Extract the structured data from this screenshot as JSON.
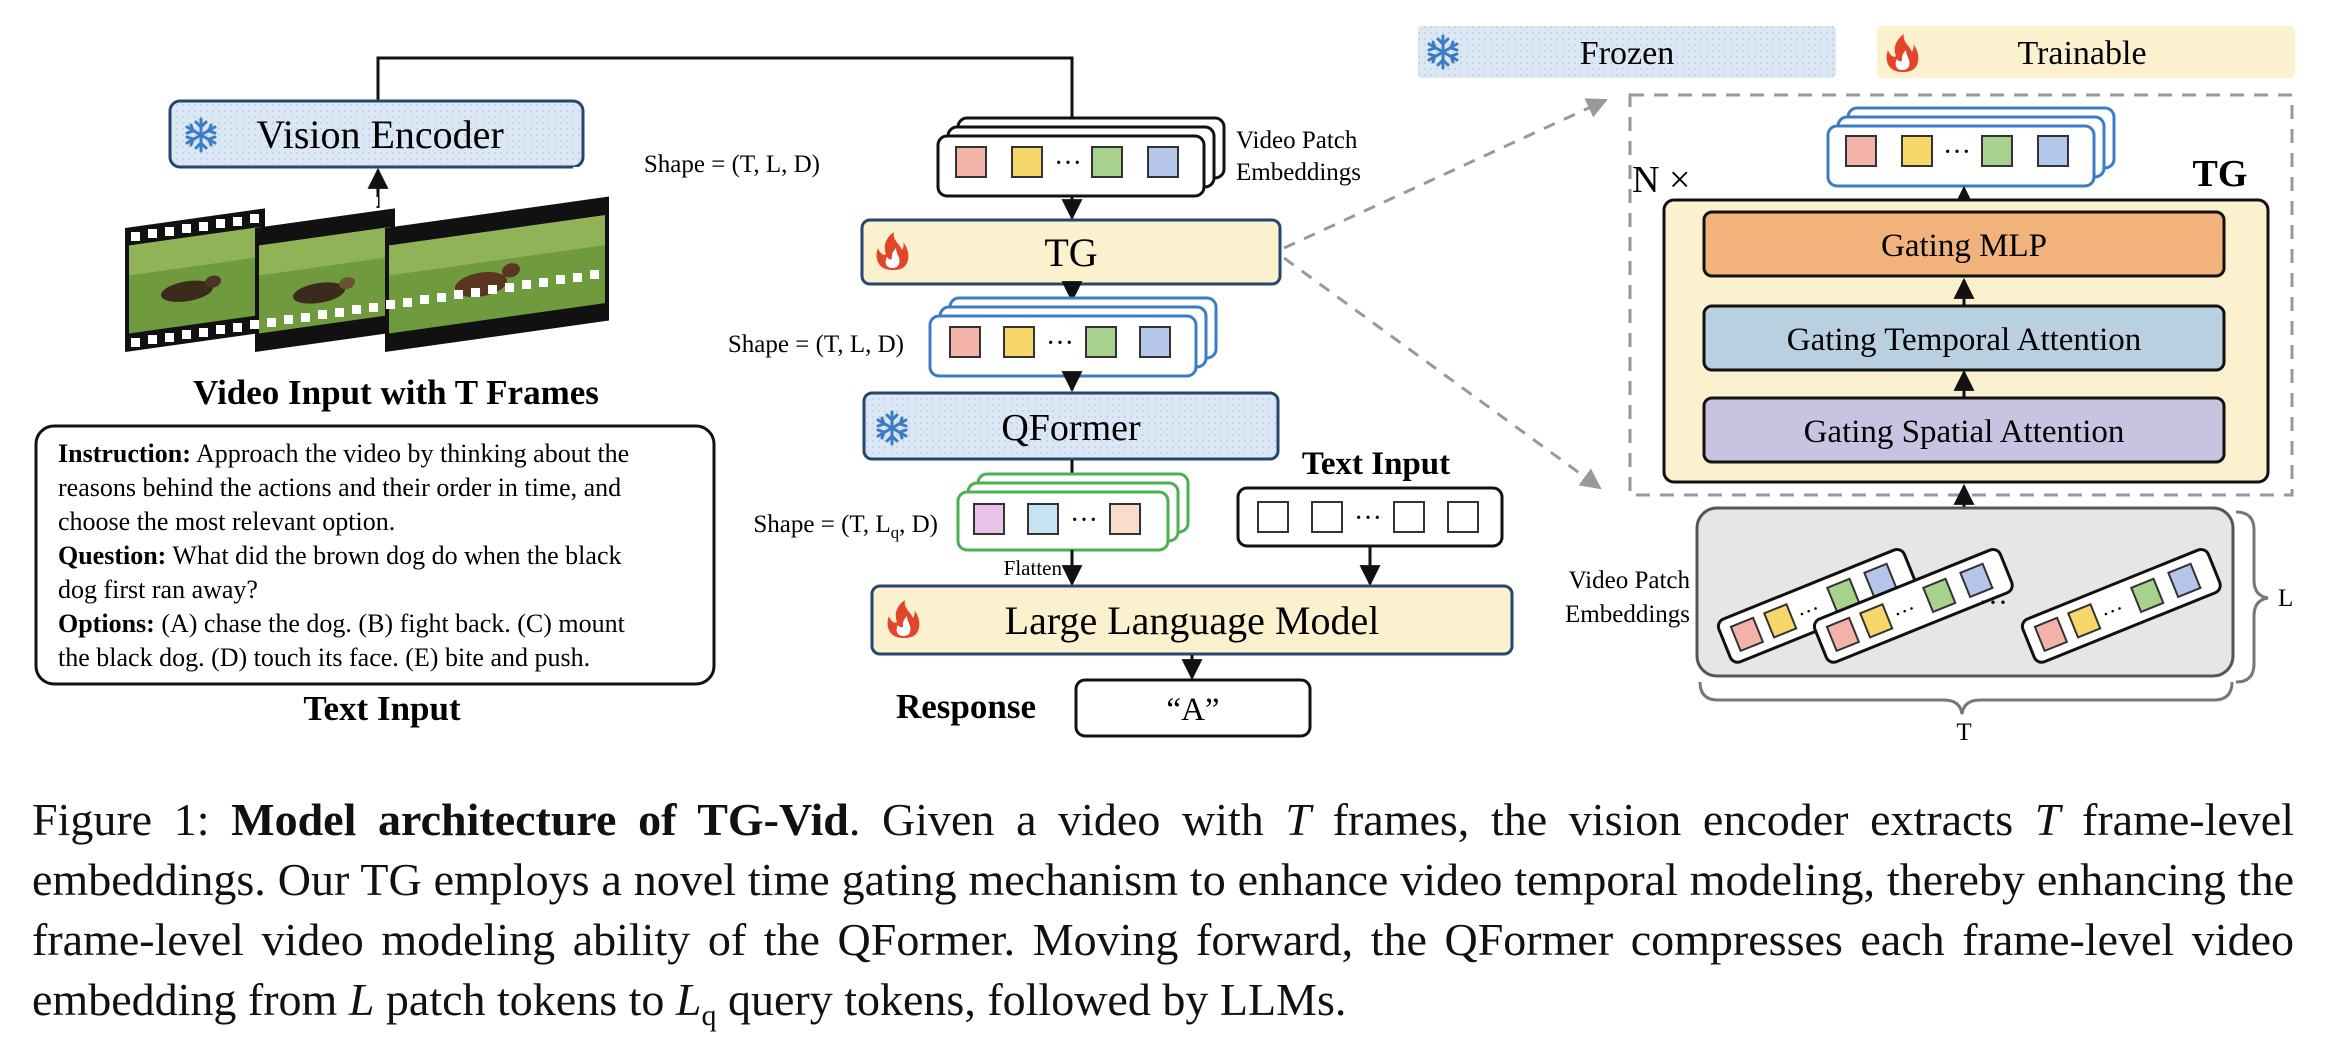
{
  "legend": {
    "frozen": "Frozen",
    "trainable": "Trainable"
  },
  "vision_encoder": "Vision Encoder",
  "video_input_label": "Video Input with T Frames",
  "text_box": {
    "instruction_label": "Instruction:",
    "instruction_line1": " Approach the video by thinking about the",
    "instruction_line2": "reasons behind the actions and their order in time, and",
    "instruction_line3": "choose the most relevant option.",
    "question_label": "Question:",
    "question_line1": " What did the brown dog do when the black",
    "question_line2": "dog first ran away?",
    "options_label": "Options:",
    "options_line1": " (A) chase the dog. (B) fight back. (C) mount",
    "options_line2": "the black dog. (D) touch its face. (E) bite and push."
  },
  "text_input_left": "Text Input",
  "shape1": "Shape = (T, L, D)",
  "shape2": "Shape = (T, L, D)",
  "shape3_prefix": "Shape = (T, L",
  "shape3_sub": "q",
  "shape3_suffix": ", D)",
  "video_patch_top_line1": "Video Patch",
  "video_patch_top_line2": "Embeddings",
  "tg": "TG",
  "qformer": "QFormer",
  "flatten": "Flatten",
  "text_input_right": "Text Input",
  "llm": "Large Language Model",
  "response_label": "Response",
  "response_value": "“A”",
  "dots": "···",
  "right_panel": {
    "n_times": "N ×",
    "tg_title": "TG",
    "gating_mlp": "Gating MLP",
    "gating_temporal": "Gating Temporal Attention",
    "gating_spatial": "Gating Spatial Attention",
    "video_patch_line1": "Video Patch",
    "video_patch_line2": "Embeddings",
    "L_label": "L",
    "T_label": "T"
  },
  "caption": {
    "prefix": "Figure 1: ",
    "bold": "Model architecture of TG-Vid",
    "part1": ". Given a video with ",
    "T1": "T",
    "part2": " frames, the vision encoder extracts ",
    "T2": "T",
    "part3": " frame-level embeddings.  Our TG employs a novel time gating mechanism to enhance video temporal modeling, thereby enhancing the frame-level video modeling ability of the QFormer. Moving forward, the QFormer compresses each frame-level video embedding from ",
    "L": "L",
    "part4": " patch tokens to ",
    "Lq": "L",
    "Lq_sub": "q",
    "part5": " query tokens, followed by LLMs."
  },
  "colors": {
    "frozen_fill": "#dbe7f5",
    "trainable_fill": "#fbf1cf",
    "gating_mlp": "#f2b27c",
    "gating_temporal": "#b9d0e0",
    "gating_spatial": "#c9c3e1",
    "token_red": "#f4b3a8",
    "token_yellow": "#f7d76a",
    "token_green": "#a9d18e",
    "token_blue": "#b4c6ea",
    "token_pink": "#e8c3e8",
    "token_lightblue": "#c6e3f2",
    "token_peach": "#f9dccb"
  },
  "icons": {
    "frozen": "snowflake-icon",
    "trainable": "flame-icon"
  }
}
